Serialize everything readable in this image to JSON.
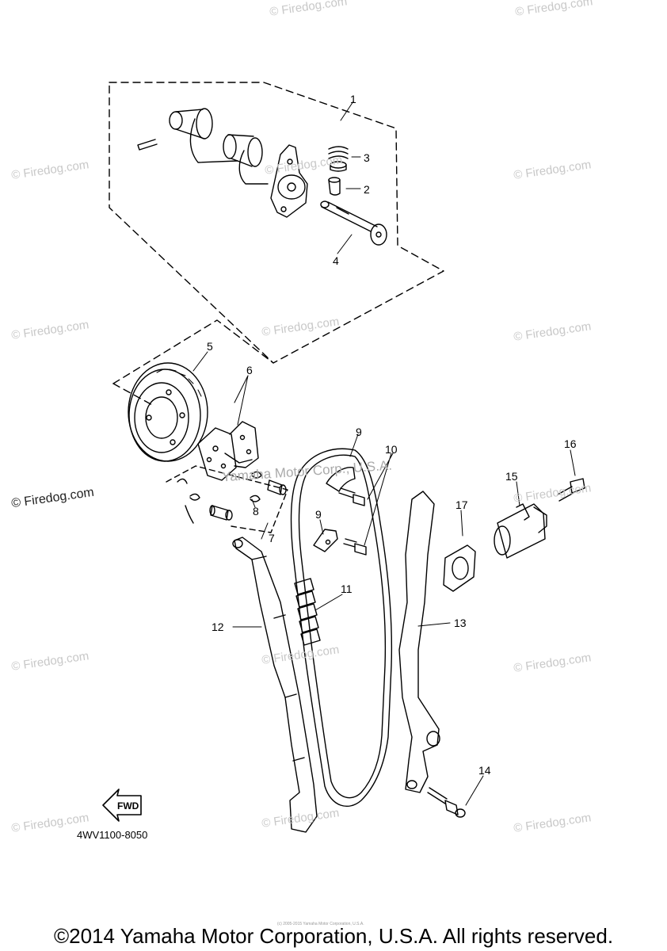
{
  "watermarks": {
    "firedog": "© Firedog.com",
    "center": "Yamaha Motor Corp., U.S.A."
  },
  "parts": [
    {
      "ref": "1"
    },
    {
      "ref": "2"
    },
    {
      "ref": "3"
    },
    {
      "ref": "4"
    },
    {
      "ref": "5"
    },
    {
      "ref": "6"
    },
    {
      "ref": "7"
    },
    {
      "ref": "8"
    },
    {
      "ref": "9"
    },
    {
      "ref": "9"
    },
    {
      "ref": "10"
    },
    {
      "ref": "11"
    },
    {
      "ref": "12"
    },
    {
      "ref": "13"
    },
    {
      "ref": "14"
    },
    {
      "ref": "15"
    },
    {
      "ref": "16"
    },
    {
      "ref": "17"
    }
  ],
  "fwd_label": "FWD",
  "diagram_code": "4WV1100-8050",
  "tiny_note": "(c) 2005-2015 Yamaha Motor Corporation, U.S.A.",
  "copyright": "©2014 Yamaha Motor Corporation, U.S.A. All rights reserved."
}
